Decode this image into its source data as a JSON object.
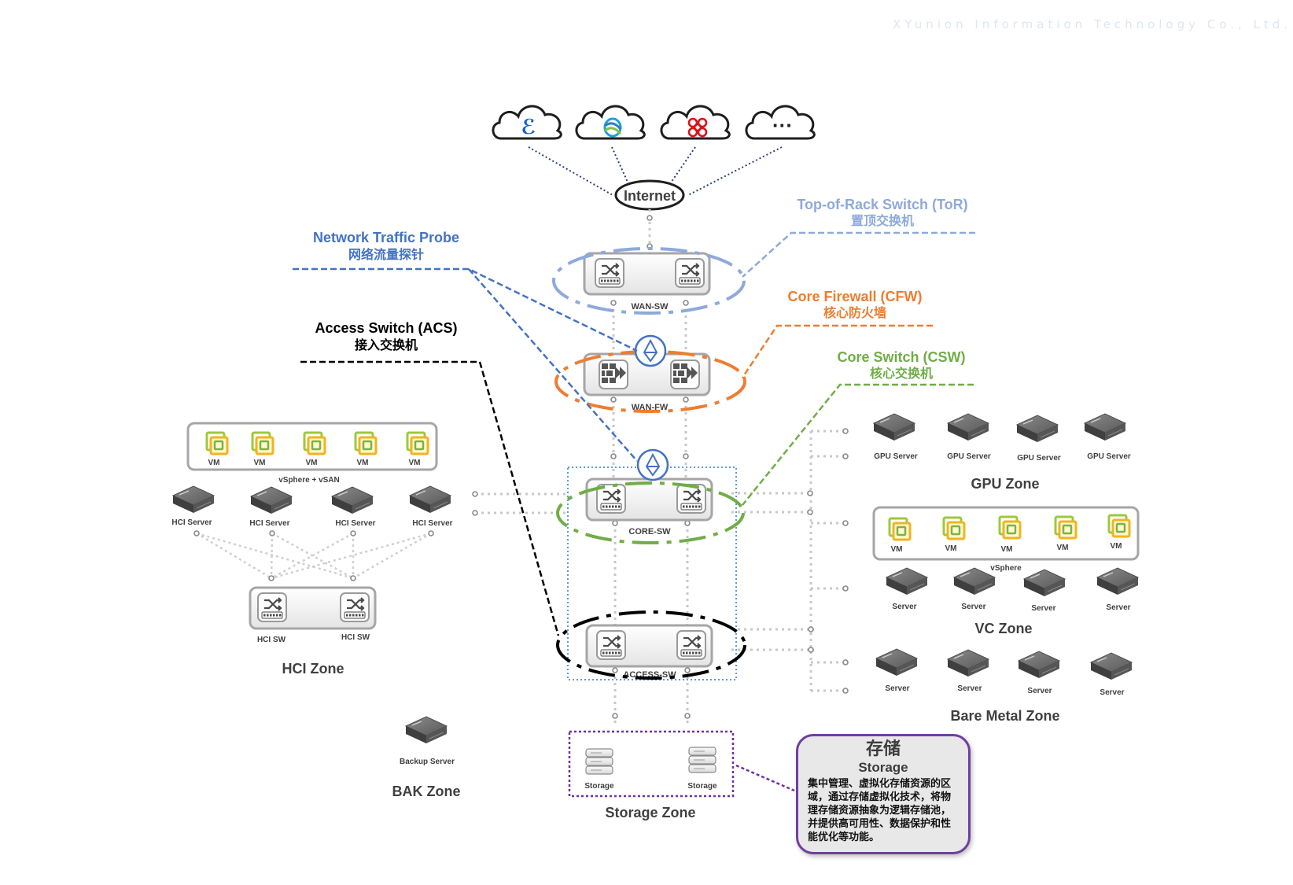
{
  "company": "XYunion Information Technology Co., Ltd.",
  "internet": "Internet",
  "clouds": [
    "telecom-cloud-icon",
    "mobile-cloud-icon",
    "unicom-cloud-icon",
    "more-cloud-icon"
  ],
  "more_symbol": "···",
  "callouts": {
    "tor_en": "Top-of-Rack Switch (ToR)",
    "tor_cn": "置顶交换机",
    "probe_en": "Network Traffic Probe",
    "probe_cn": "网络流量探针",
    "cfw_en": "Core Firewall (CFW)",
    "cfw_cn": "核心防火墙",
    "acs_en": "Access Switch (ACS)",
    "acs_cn": "接入交换机",
    "csw_en": "Core Switch (CSW)",
    "csw_cn": "核心交换机"
  },
  "devices": {
    "wan_sw": "WAN-SW",
    "wan_fw": "WAN-FW",
    "core_sw": "CORE-SW",
    "access_sw": "ACCESS-SW"
  },
  "hci": {
    "vm_label": "VM",
    "vms": [
      "VM",
      "VM",
      "VM",
      "VM",
      "VM"
    ],
    "platform": "vSphere + vSAN",
    "servers": [
      "HCI Server",
      "HCI Server",
      "HCI Server",
      "HCI Server"
    ],
    "switches": [
      "HCI SW",
      "HCI SW"
    ],
    "zone": "HCI Zone"
  },
  "gpu": {
    "servers": [
      "GPU Server",
      "GPU Server",
      "GPU Server",
      "GPU Server"
    ],
    "zone": "GPU Zone"
  },
  "vc": {
    "vms": [
      "VM",
      "VM",
      "VM",
      "VM",
      "VM"
    ],
    "platform": "vSphere",
    "servers": [
      "Server",
      "Server",
      "Server",
      "Server"
    ],
    "zone": "VC Zone"
  },
  "bare_metal": {
    "servers": [
      "Server",
      "Server",
      "Server",
      "Server"
    ],
    "zone": "Bare Metal Zone"
  },
  "bak": {
    "server": "Backup Server",
    "zone": "BAK Zone"
  },
  "storage": {
    "items": [
      "Storage",
      "Storage"
    ],
    "zone": "Storage Zone",
    "desc_cn": "存储",
    "desc_en": "Storage",
    "desc_body": "集中管理、虚拟化存储资源的区域，通过存储虚拟化技术，将物理存储资源抽象为逻辑存储池，并提供高可用性、数据保护和性能优化等功能。"
  },
  "colors": {
    "tor": "#8ea9db",
    "probe": "#4472c4",
    "cfw": "#ed7d31",
    "csw": "#70ad47",
    "acs": "#000000",
    "storage": "#7030a0",
    "gray_line": "#bfbfbf"
  }
}
